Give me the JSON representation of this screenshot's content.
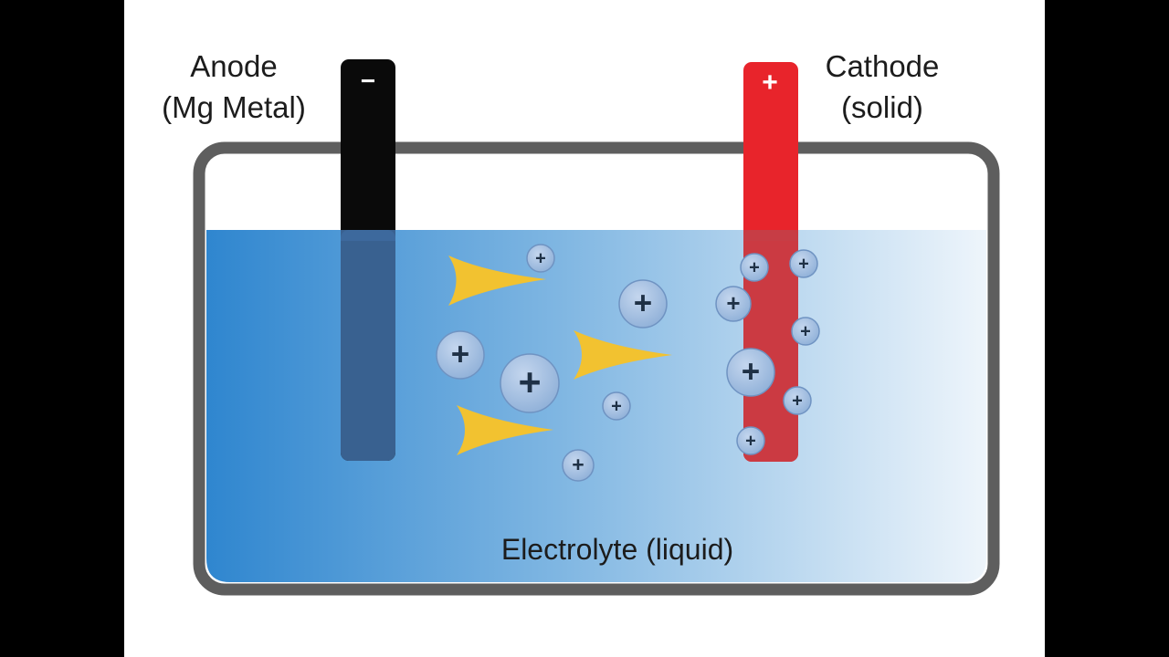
{
  "anode": {
    "line1": "Anode",
    "line2": "(Mg Metal)",
    "sign": "−"
  },
  "cathode": {
    "line1": "Cathode",
    "line2": "(solid)",
    "sign": "+"
  },
  "electrolyte": {
    "label": "Electrolyte (liquid)"
  },
  "ion_symbol": "+",
  "colors": {
    "anode": "#0a0a0a",
    "cathode": "#e8242b",
    "electrolyte_dark": "#2f86cf",
    "electrolyte_light": "#eef5fb",
    "arrow": "#f2c230",
    "container": "#5e5e5e"
  }
}
